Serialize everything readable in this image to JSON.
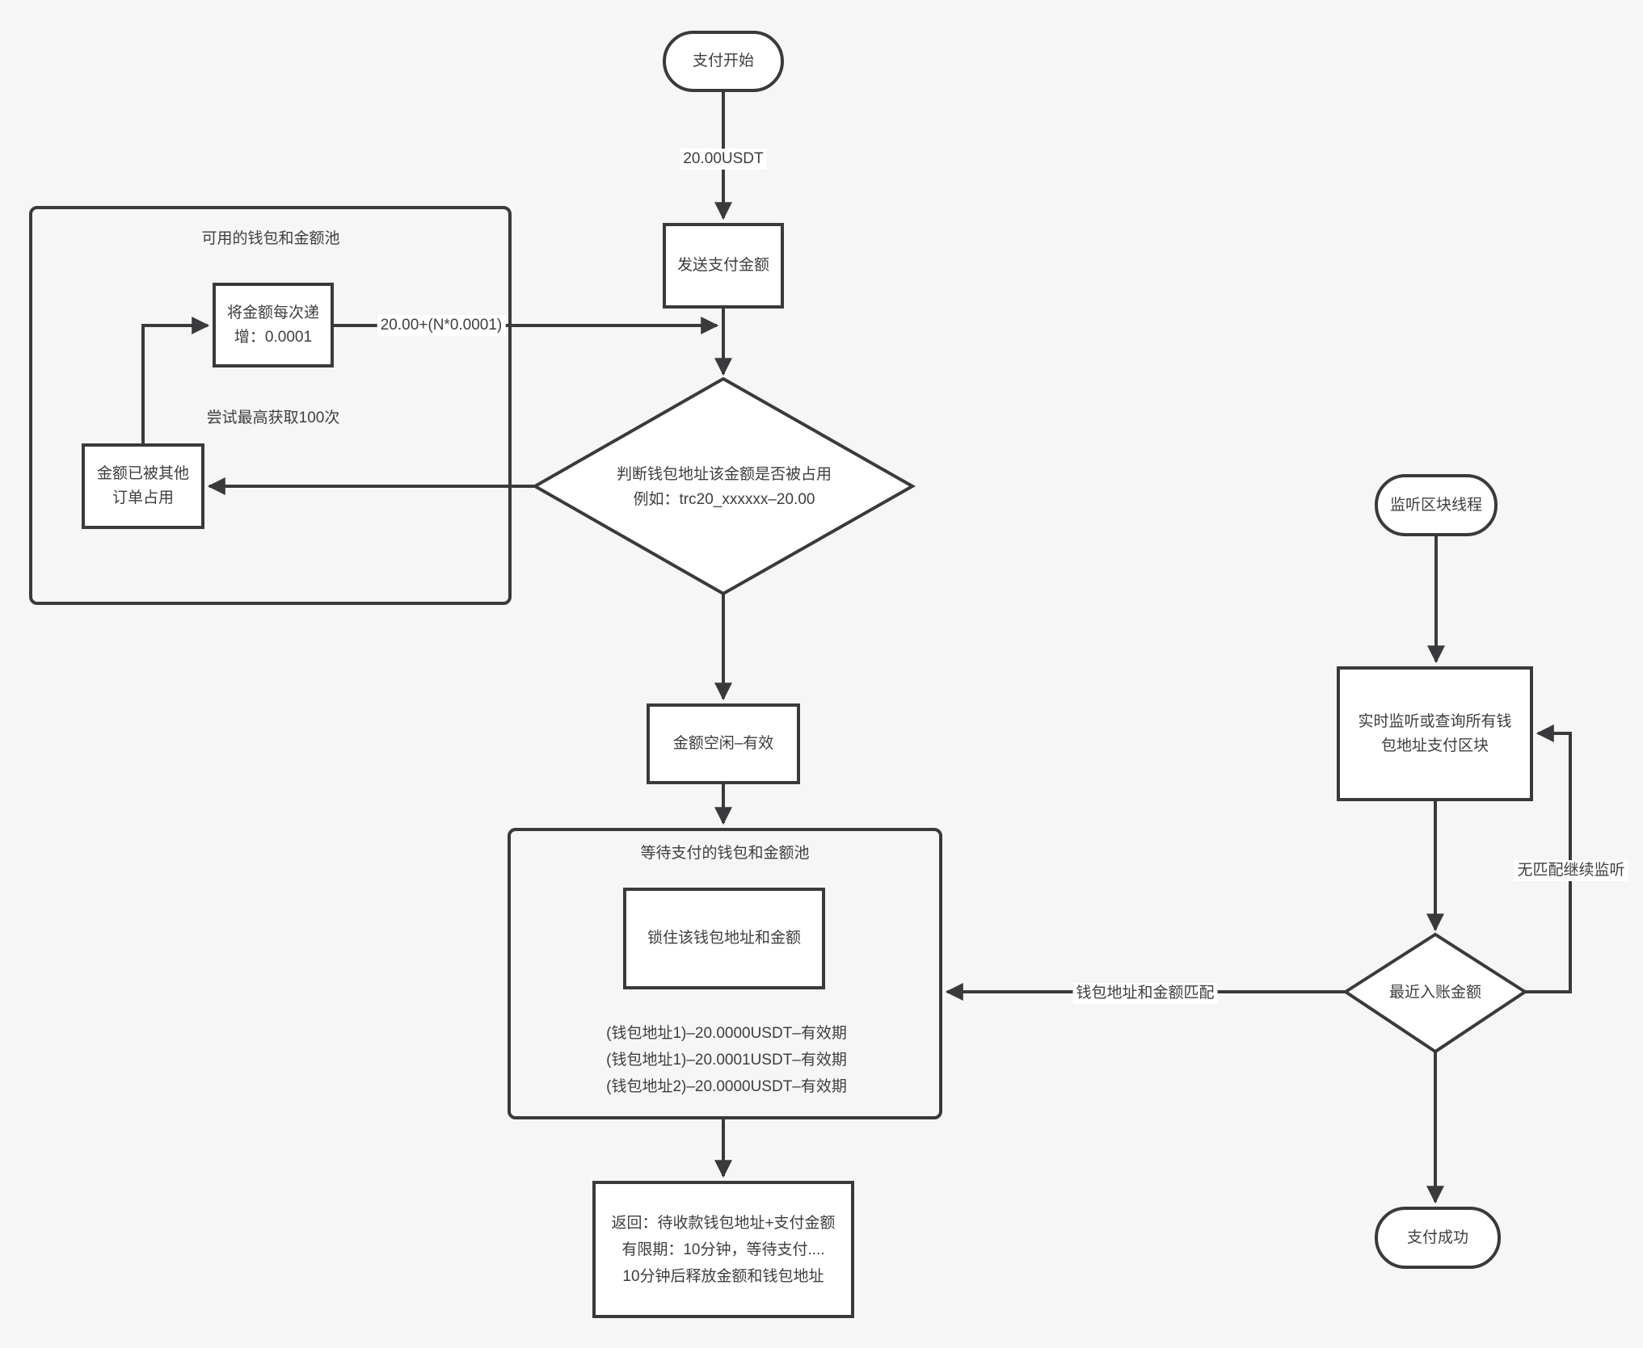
{
  "canvas": {
    "background": "#f6f6f6",
    "stroke_color": "#3a3a3c",
    "shape_fill": "#ffffff",
    "text_color": "#3e3e40"
  },
  "nodes": {
    "start": {
      "label": "支付开始"
    },
    "send_amount": {
      "label": "发送支付金额"
    },
    "available_pool": {
      "title": "可用的钱包和金额池",
      "increment_box": "将金额每次递\n增：0.0001",
      "note": "尝试最高获取100次",
      "occupied_box": "金额已被其他\n订单占用"
    },
    "check_diamond": {
      "label": "判断钱包地址该金额是否被占用\n例如：trc20_xxxxxx–20.00"
    },
    "free_box": {
      "label": "金额空闲–有效"
    },
    "waiting_pool": {
      "title": "等待支付的钱包和金额池",
      "lock_box": "锁住该钱包地址和金额",
      "entries": [
        "(钱包地址1)–20.0000USDT–有效期",
        "(钱包地址1)–20.0001USDT–有效期",
        "(钱包地址2)–20.0000USDT–有效期"
      ]
    },
    "return_box": {
      "label": "返回：待收款钱包地址+支付金额\n有限期：10分钟，等待支付....\n10分钟后释放金额和钱包地址"
    },
    "listen_start": {
      "label": "监听区块线程"
    },
    "listen_box": {
      "label": "实时监听或查询所有钱\n包地址支付区块"
    },
    "recent_diamond": {
      "label": "最近入账金额"
    },
    "success": {
      "label": "支付成功"
    }
  },
  "edge_labels": {
    "amount": "20.00USDT",
    "increment_formula": "20.00+(N*0.0001)",
    "no_match": "无匹配继续监听",
    "match": "钱包地址和金额匹配"
  }
}
